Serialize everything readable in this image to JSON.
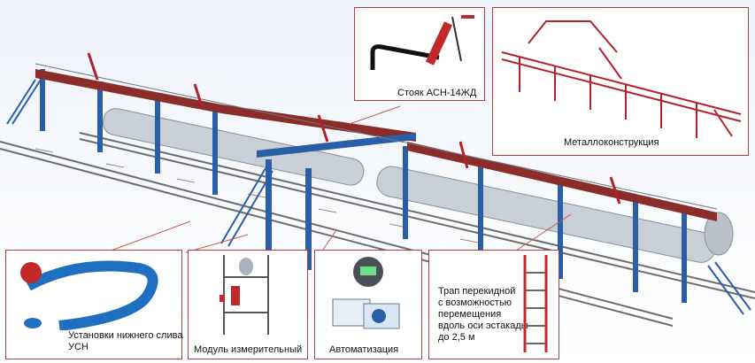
{
  "labels": {
    "riser": "Стояк АСН-14ЖД",
    "steel": "Металлоконструкция",
    "bottom_drain_line1": "Установки нижнего слива",
    "bottom_drain_line2": "УСН",
    "meter_module": "Модуль измерительный",
    "automation": "Автоматизация",
    "ladder_line1": "Трап перекидной",
    "ladder_line2": "с возможностью",
    "ladder_line3": "перемещения",
    "ladder_line4": "вдоль оси эстакады",
    "ladder_line5": "до 2,5 м"
  },
  "colors": {
    "frame_blue": "#2a5fa8",
    "deck_red": "#8b2e2a",
    "steel_red": "#b2222a",
    "rail": "#6d6d6d",
    "tank": "#c9cfd6",
    "callout_border": "#b04040",
    "pipe_blue": "#1f6fc0"
  },
  "icons": [
    "riser-arm-icon",
    "steel-frame-icon",
    "drain-unit-icon",
    "meter-module-icon",
    "controller-icon",
    "ladder-icon"
  ]
}
